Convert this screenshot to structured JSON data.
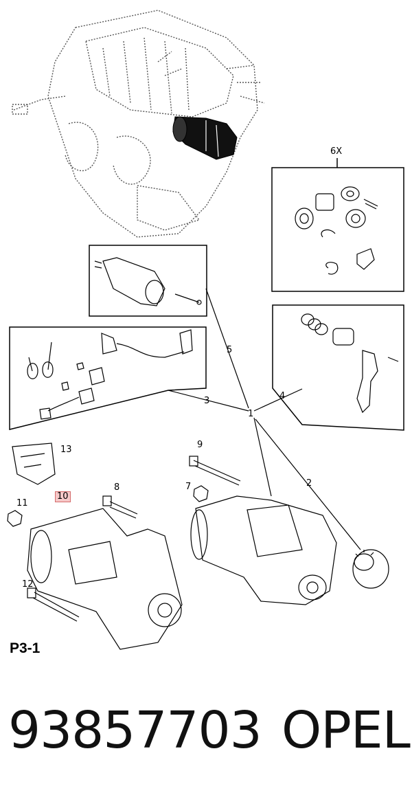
{
  "diagram": {
    "group_quantity": "6X",
    "callouts": [
      {
        "id": "c1",
        "label": "1"
      },
      {
        "id": "c2",
        "label": "2"
      },
      {
        "id": "c3",
        "label": "3"
      },
      {
        "id": "c4",
        "label": "4"
      },
      {
        "id": "c5",
        "label": "5"
      },
      {
        "id": "c7",
        "label": "7"
      },
      {
        "id": "c8",
        "label": "8"
      },
      {
        "id": "c9",
        "label": "9"
      },
      {
        "id": "c10",
        "label": "10",
        "highlighted": true
      },
      {
        "id": "c11",
        "label": "11"
      },
      {
        "id": "c12",
        "label": "12"
      },
      {
        "id": "c13",
        "label": "13"
      }
    ],
    "page_reference": "P3-1",
    "highlight_color": "#f6c9c9"
  },
  "footer": {
    "part_number": "93857703",
    "brand": "OPEL"
  }
}
